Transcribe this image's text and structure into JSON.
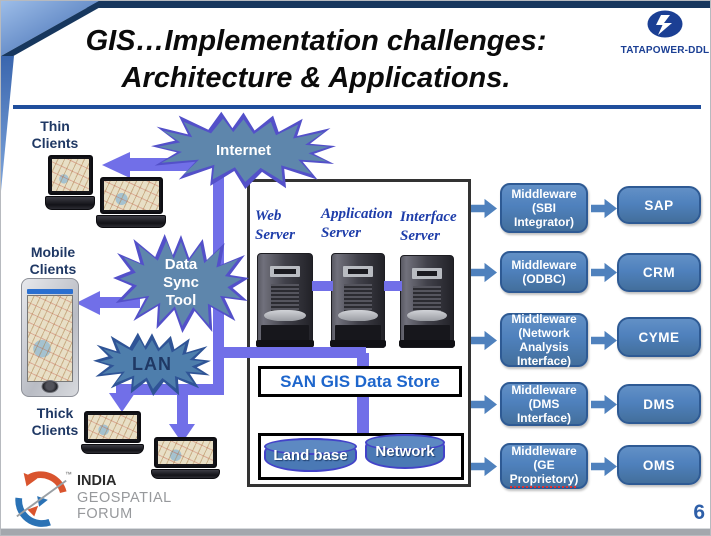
{
  "slide": {
    "title_line1": "GIS…Implementation challenges:",
    "title_line2": "Architecture & Applications.",
    "page_number": "6"
  },
  "branding": {
    "tata": {
      "name_bold": "TATA",
      "name_rest": "POWER-DDL"
    },
    "forum": {
      "line1": "INDIA",
      "line2": "GEOSPATIAL",
      "line3": "FORUM",
      "trademark": "™"
    }
  },
  "clients": {
    "thin_label": "Thin\nClients",
    "mobile_label": "Mobile\nClients",
    "thick_label": "Thick\nClients"
  },
  "network_nodes": {
    "internet": "Internet",
    "data_sync": "Data\nSync\nTool",
    "lan": "LAN"
  },
  "servers": {
    "web": "Web\nServer",
    "application": "Application\nServer",
    "interface": "Interface\nServer"
  },
  "storage": {
    "san_label": "SAN GIS Data Store",
    "landbase_label": "Land base",
    "network_label": "Network"
  },
  "middleware": {
    "items": [
      {
        "label": "Middleware\n(SBI\nIntegrator)"
      },
      {
        "label": "Middleware\n(ODBC)"
      },
      {
        "label": "Middleware\n(Network\nAnalysis\nInterface)"
      },
      {
        "label": "Middleware\n(DMS\nInterface)"
      },
      {
        "label_prefix": "Middleware\n(GE",
        "label_flagged": "Proprietory)"
      }
    ]
  },
  "applications": {
    "items": [
      "SAP",
      "CRM",
      "CYME",
      "DMS",
      "OMS"
    ]
  },
  "colors": {
    "navy": "#17375E",
    "title_rule": "#1F4E9C",
    "connector": "#716FE8",
    "burst_border": "#5350C9",
    "burst_fill": "#5E86AC",
    "lan_border": "#2F5496",
    "lan_fill": "#4E7EAC",
    "box_fill": "#4F81BD",
    "box_border": "#2E5A94",
    "navy_text": "#1F3864",
    "san_text": "#1E66CC",
    "page_blue": "#2E5FA8"
  }
}
